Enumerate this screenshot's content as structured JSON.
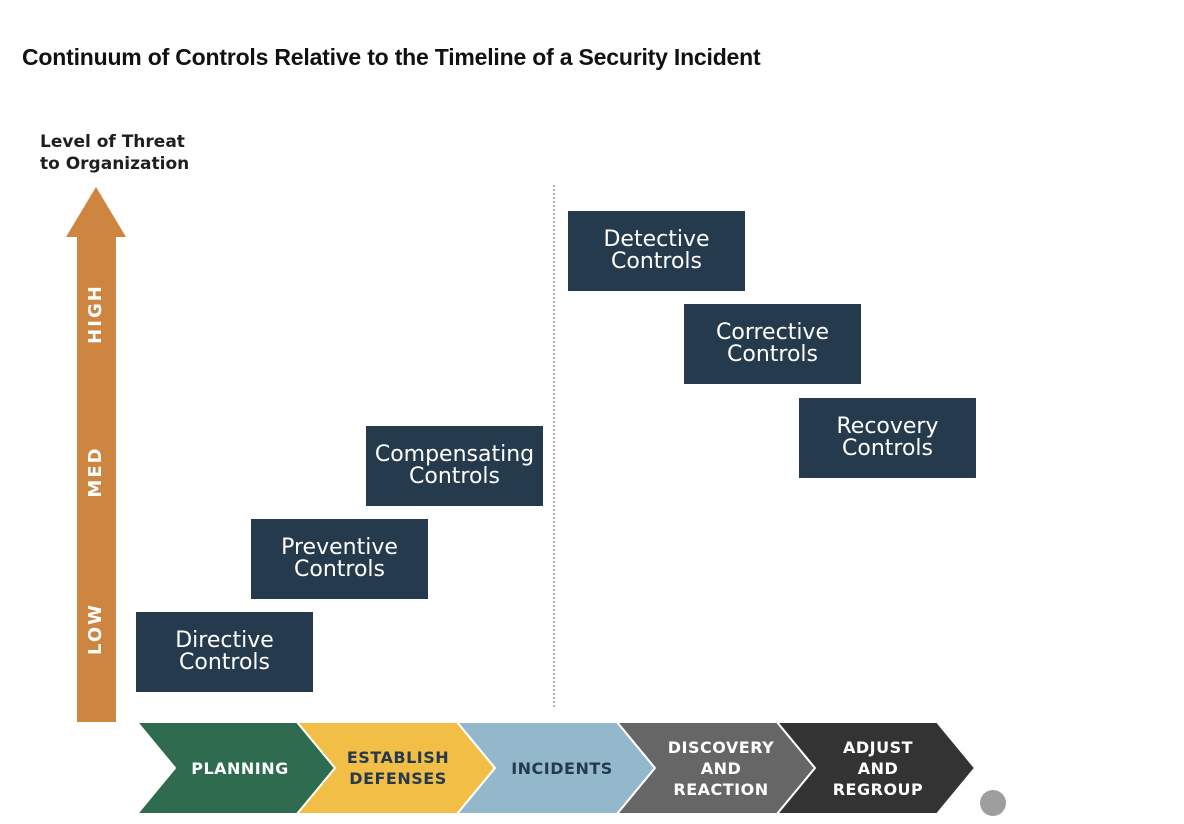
{
  "title": "Continuum of Controls Relative to the Timeline of a Security Incident",
  "axis": {
    "title_lines": [
      "Level of Threat",
      "to Organization"
    ],
    "levels": [
      "LOW",
      "MED",
      "HIGH"
    ],
    "arrow_color": "#cd853f"
  },
  "controls": [
    {
      "lines": [
        "Directive",
        "Controls"
      ]
    },
    {
      "lines": [
        "Preventive",
        "Controls"
      ]
    },
    {
      "lines": [
        "Compensating",
        "Controls"
      ]
    },
    {
      "lines": [
        "Detective",
        "Controls"
      ]
    },
    {
      "lines": [
        "Corrective",
        "Controls"
      ]
    },
    {
      "lines": [
        "Recovery",
        "Controls"
      ]
    }
  ],
  "control_color": "#263a4e",
  "phases": [
    {
      "lines": [
        "PLANNING"
      ],
      "color": "#2e6b4f",
      "text_color": "#ffffff"
    },
    {
      "lines": [
        "ESTABLISH",
        "DEFENSES"
      ],
      "color": "#f2be45",
      "text_color": "#263a4e"
    },
    {
      "lines": [
        "INCIDENTS"
      ],
      "color": "#93b8cc",
      "text_color": "#263a4e"
    },
    {
      "lines": [
        "DISCOVERY",
        "AND",
        "REACTION"
      ],
      "color": "#666666",
      "text_color": "#ffffff"
    },
    {
      "lines": [
        "ADJUST",
        "AND",
        "REGROUP"
      ],
      "color": "#333333",
      "text_color": "#ffffff"
    }
  ]
}
